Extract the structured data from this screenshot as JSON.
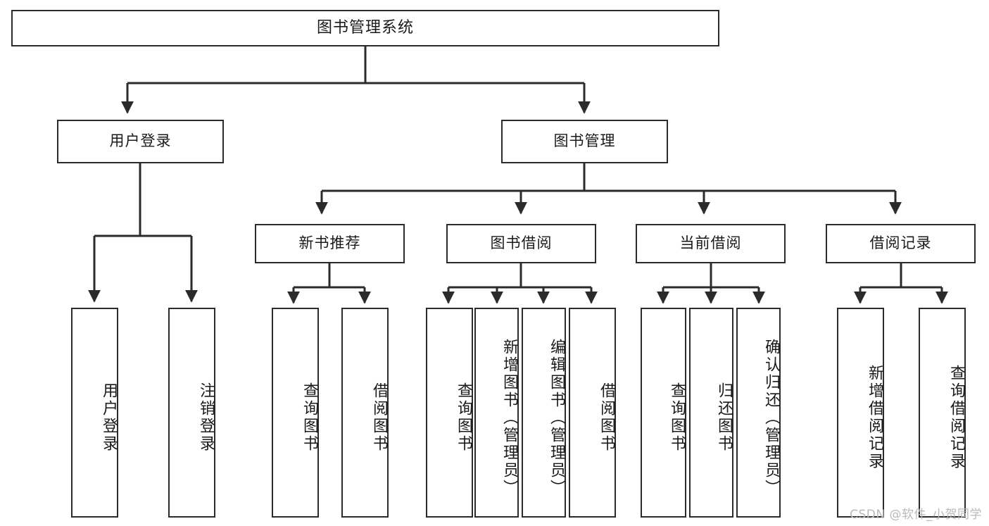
{
  "diagram": {
    "title": "图书管理系统",
    "type": "hierarchy-tree",
    "root": {
      "id": "root",
      "label": "图书管理系统"
    },
    "level1": [
      {
        "id": "user-login",
        "label": "用户登录"
      },
      {
        "id": "book-management",
        "label": "图书管理"
      }
    ],
    "level2": [
      {
        "id": "new-book-recommend",
        "label": "新书推荐",
        "parent": "book-management"
      },
      {
        "id": "book-borrow",
        "label": "图书借阅",
        "parent": "book-management"
      },
      {
        "id": "current-borrow",
        "label": "当前借阅",
        "parent": "book-management"
      },
      {
        "id": "borrow-record",
        "label": "借阅记录",
        "parent": "book-management"
      }
    ],
    "leaves": [
      {
        "id": "leaf-user-login",
        "label": "用户登录",
        "parent": "user-login"
      },
      {
        "id": "leaf-user-logout",
        "label": "注销登录",
        "parent": "user-login"
      },
      {
        "id": "leaf-query-book-1",
        "label": "查询图书",
        "parent": "new-book-recommend"
      },
      {
        "id": "leaf-borrow-book-1",
        "label": "借阅图书",
        "parent": "new-book-recommend"
      },
      {
        "id": "leaf-query-book-2",
        "label": "查询图书",
        "parent": "book-borrow"
      },
      {
        "id": "leaf-add-book",
        "label": "新增图书（管理员）",
        "parent": "book-borrow"
      },
      {
        "id": "leaf-edit-book",
        "label": "编辑图书（管理员）",
        "parent": "book-borrow"
      },
      {
        "id": "leaf-borrow-book-2",
        "label": "借阅图书",
        "parent": "book-borrow"
      },
      {
        "id": "leaf-query-book-3",
        "label": "查询图书",
        "parent": "current-borrow"
      },
      {
        "id": "leaf-return-book",
        "label": "归还图书",
        "parent": "current-borrow"
      },
      {
        "id": "leaf-confirm-return",
        "label": "确认归还（管理员）",
        "parent": "current-borrow"
      },
      {
        "id": "leaf-add-record",
        "label": "新增借阅记录",
        "parent": "borrow-record"
      },
      {
        "id": "leaf-query-record",
        "label": "查询借阅记录",
        "parent": "borrow-record"
      }
    ],
    "colors": {
      "stroke": "#2b2b2b",
      "fill": "#ffffff",
      "text": "#1a1a1a",
      "watermark": "#b9b9b9"
    }
  },
  "watermark": {
    "text": "CSDN @软件_小贺同学"
  }
}
